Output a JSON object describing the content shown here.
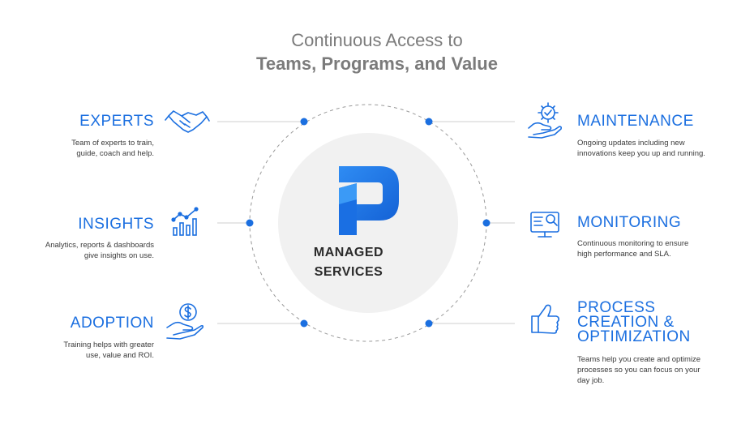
{
  "title": {
    "line1": "Continuous Access to",
    "line2": "Teams, Programs, and Value"
  },
  "center": {
    "line1": "MANAGED",
    "line2": "SERVICES"
  },
  "left_items": [
    {
      "heading": "EXPERTS",
      "desc1": "Team of experts to train,",
      "desc2": "guide, coach and help.",
      "icon": "handshake-icon"
    },
    {
      "heading": "INSIGHTS",
      "desc1": "Analytics, reports & dashboards",
      "desc2": "give insights on use.",
      "icon": "bar-chart-icon"
    },
    {
      "heading": "ADOPTION",
      "desc1": "Training helps with greater",
      "desc2": "use, value and ROI.",
      "icon": "hand-dollar-icon"
    }
  ],
  "right_items": [
    {
      "heading": "MAINTENANCE",
      "desc1": "Ongoing updates including new",
      "desc2": "innovations keep you up and running.",
      "icon": "hand-gear-icon"
    },
    {
      "heading": "MONITORING",
      "desc1": "Continuous monitoring to ensure",
      "desc2": "high performance and SLA.",
      "icon": "monitor-search-icon"
    },
    {
      "heading1": "PROCESS",
      "heading2": "CREATION &",
      "heading3": "OPTIMIZATION",
      "desc1": "Teams help you create and optimize",
      "desc2": "processes so you can focus on your",
      "desc3": "day job.",
      "icon": "thumbs-up-icon"
    }
  ],
  "colors": {
    "accent": "#1b6fe0",
    "title": "#7b7b7b",
    "circle_fill": "#f1f1f1",
    "line": "#cfcfcf"
  }
}
